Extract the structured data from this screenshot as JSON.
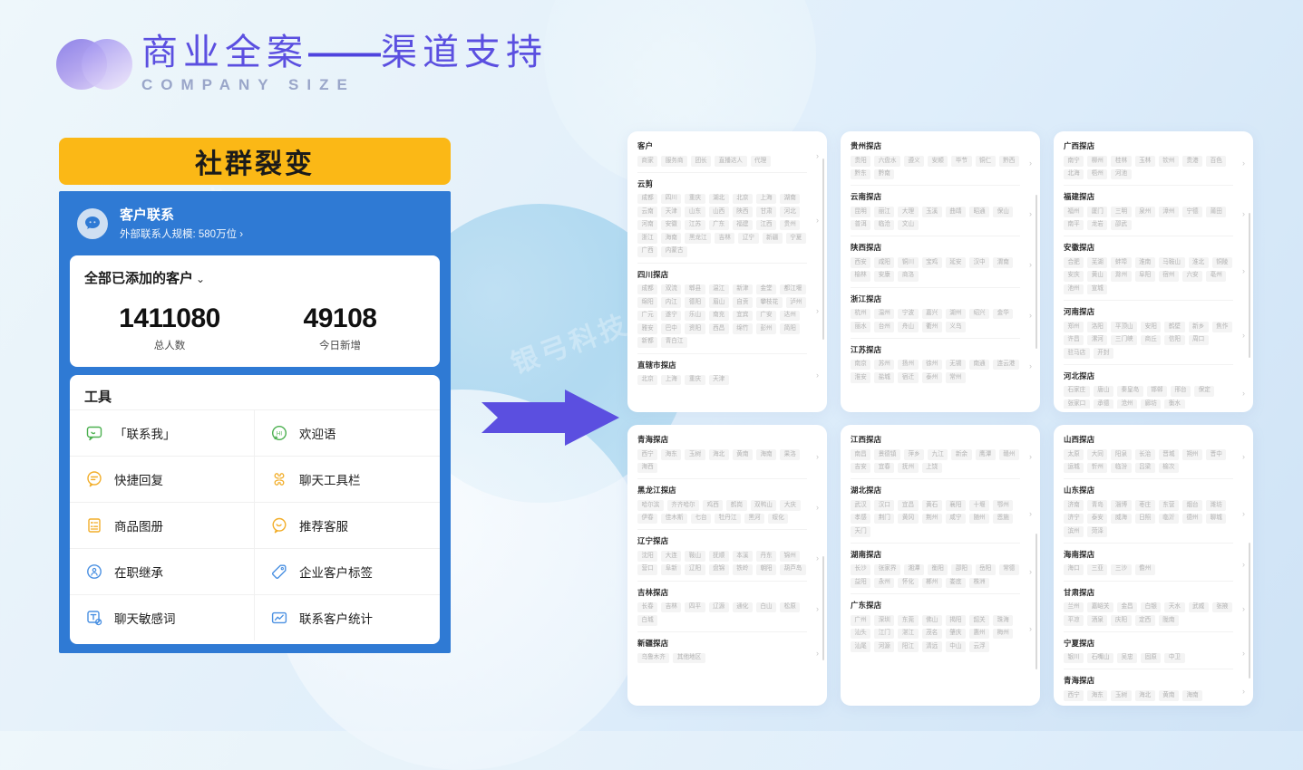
{
  "header": {
    "title_cn_left": "商业全案",
    "title_dash": "——",
    "title_cn_right": "渠道支持",
    "title_en": "COMPANY SIZE",
    "logo_name": "overlapping-circles-logo"
  },
  "phone": {
    "banner_label": "社群裂变",
    "app": {
      "icon": "chat-bubble-icon",
      "title": "客户联系",
      "subtitle": "外部联系人规模: 580万位 ›"
    },
    "customer_card": {
      "title": "全部已添加的客户",
      "chevron": "⌄",
      "stats": [
        {
          "value": "1411080",
          "label": "总人数"
        },
        {
          "value": "49108",
          "label": "今日新增"
        }
      ]
    },
    "tools": {
      "title": "工具",
      "items": [
        {
          "label": "「联系我」",
          "icon": "contact-me-icon",
          "color": "#4cb050"
        },
        {
          "label": "欢迎语",
          "icon": "welcome-hi-icon",
          "color": "#4cb050"
        },
        {
          "label": "快捷回复",
          "icon": "quick-reply-icon",
          "color": "#f2ae2a"
        },
        {
          "label": "聊天工具栏",
          "icon": "chat-toolbar-icon",
          "color": "#f2ae2a"
        },
        {
          "label": "商品图册",
          "icon": "product-album-icon",
          "color": "#f2ae2a"
        },
        {
          "label": "推荐客服",
          "icon": "recommend-service-icon",
          "color": "#f2ae2a"
        },
        {
          "label": "在职继承",
          "icon": "on-job-inherit-icon",
          "color": "#4a90e2"
        },
        {
          "label": "企业客户标签",
          "icon": "customer-tag-icon",
          "color": "#4a90e2"
        },
        {
          "label": "聊天敏感词",
          "icon": "sensitive-word-icon",
          "color": "#4a90e2"
        },
        {
          "label": "联系客户统计",
          "icon": "contact-stats-icon",
          "color": "#4a90e2"
        }
      ]
    }
  },
  "arrow": {
    "name": "right-arrow",
    "color": "#5b4fe0"
  },
  "watermark": "银弓科技",
  "cards": [
    {
      "name": "card-customer-yunjian-sichuan",
      "sections": [
        {
          "title": "客户",
          "chips": [
            "商家",
            "服务商",
            "团长",
            "直播达人",
            "代理"
          ]
        },
        {
          "title": "云剪",
          "chips": [
            "成都",
            "四川",
            "重庆",
            "湖北",
            "北京",
            "上海",
            "湖南",
            "云南",
            "天津",
            "山东",
            "山西",
            "陕西",
            "甘肃",
            "河北",
            "河南",
            "安徽",
            "江苏",
            "广东",
            "福建",
            "江西",
            "贵州",
            "浙江",
            "海南",
            "黑龙江",
            "吉林",
            "辽宁",
            "新疆",
            "宁夏",
            "广西",
            "内蒙古"
          ]
        },
        {
          "title": "四川探店",
          "chips": [
            "成都",
            "双流",
            "郫县",
            "温江",
            "新津",
            "金堂",
            "都江堰",
            "绵阳",
            "内江",
            "德阳",
            "眉山",
            "自贡",
            "攀枝花",
            "泸州",
            "广元",
            "遂宁",
            "乐山",
            "南充",
            "宜宾",
            "广安",
            "达州",
            "雅安",
            "巴中",
            "资阳",
            "西昌",
            "绵竹",
            "彭州",
            "简阳",
            "新都",
            "青白江"
          ]
        },
        {
          "title": "直辖市探店",
          "chips": [
            "北京",
            "上海",
            "重庆",
            "天津"
          ]
        }
      ]
    },
    {
      "name": "card-guizhou-yunnan-shaanxi",
      "sections": [
        {
          "title": "贵州探店",
          "chips": [
            "贵阳",
            "六盘水",
            "遵义",
            "安顺",
            "毕节",
            "铜仁",
            "黔西",
            "黔东",
            "黔南"
          ]
        },
        {
          "title": "云南探店",
          "chips": [
            "昆明",
            "丽江",
            "大理",
            "玉溪",
            "曲靖",
            "昭通",
            "保山",
            "普洱",
            "临沧",
            "文山"
          ]
        },
        {
          "title": "陕西探店",
          "chips": [
            "西安",
            "咸阳",
            "铜川",
            "宝鸡",
            "延安",
            "汉中",
            "渭南",
            "榆林",
            "安康",
            "商洛"
          ]
        },
        {
          "title": "浙江探店",
          "chips": [
            "杭州",
            "温州",
            "宁波",
            "嘉兴",
            "湖州",
            "绍兴",
            "金华",
            "丽水",
            "台州",
            "舟山",
            "衢州",
            "义乌"
          ]
        },
        {
          "title": "江苏探店",
          "chips": [
            "南京",
            "苏州",
            "扬州",
            "徐州",
            "无锡",
            "南通",
            "连云港",
            "淮安",
            "盐城",
            "宿迁",
            "泰州",
            "常州"
          ]
        }
      ]
    },
    {
      "name": "card-guangxi-fujian-anhui-henan-hebei",
      "sections": [
        {
          "title": "广西探店",
          "chips": [
            "南宁",
            "柳州",
            "桂林",
            "玉林",
            "钦州",
            "贵港",
            "百色",
            "北海",
            "梧州",
            "河池"
          ]
        },
        {
          "title": "福建探店",
          "chips": [
            "福州",
            "厦门",
            "三明",
            "泉州",
            "漳州",
            "宁德",
            "莆田",
            "南平",
            "龙岩",
            "邵武"
          ]
        },
        {
          "title": "安徽探店",
          "chips": [
            "合肥",
            "芜湖",
            "蚌埠",
            "淮南",
            "马鞍山",
            "淮北",
            "铜陵",
            "安庆",
            "黄山",
            "滁州",
            "阜阳",
            "宿州",
            "六安",
            "亳州",
            "池州",
            "宣城"
          ]
        },
        {
          "title": "河南探店",
          "chips": [
            "郑州",
            "洛阳",
            "平顶山",
            "安阳",
            "鹤壁",
            "新乡",
            "焦作",
            "许昌",
            "漯河",
            "三门峡",
            "商丘",
            "信阳",
            "周口",
            "驻马店",
            "开封"
          ]
        },
        {
          "title": "河北探店",
          "chips": [
            "石家庄",
            "唐山",
            "秦皇岛",
            "邯郸",
            "邢台",
            "保定",
            "张家口",
            "承德",
            "沧州",
            "廊坊",
            "衡水"
          ]
        }
      ]
    },
    {
      "name": "card-qinghai-heilongjiang-liaoning-jilin-xinjiang",
      "sections": [
        {
          "title": "青海探店",
          "chips": [
            "西宁",
            "海东",
            "玉树",
            "海北",
            "黄南",
            "海南",
            "果洛",
            "海西"
          ]
        },
        {
          "title": "黑龙江探店",
          "chips": [
            "哈尔滨",
            "齐齐哈尔",
            "鸡西",
            "鹤岗",
            "双鸭山",
            "大庆",
            "伊春",
            "佳木斯",
            "七台",
            "牡丹江",
            "黑河",
            "绥化"
          ]
        },
        {
          "title": "辽宁探店",
          "chips": [
            "沈阳",
            "大连",
            "鞍山",
            "抚顺",
            "本溪",
            "丹东",
            "锦州",
            "营口",
            "阜新",
            "辽阳",
            "盘锦",
            "铁岭",
            "朝阳",
            "葫芦岛"
          ]
        },
        {
          "title": "吉林探店",
          "chips": [
            "长春",
            "吉林",
            "四平",
            "辽源",
            "通化",
            "白山",
            "松原",
            "白城"
          ]
        },
        {
          "title": "新疆探店",
          "chips": [
            "乌鲁木齐",
            "其他地区"
          ]
        }
      ]
    },
    {
      "name": "card-jiangxi-hubei-hunan-guangdong",
      "sections": [
        {
          "title": "江西探店",
          "chips": [
            "南昌",
            "景德镇",
            "萍乡",
            "九江",
            "新余",
            "鹰潭",
            "赣州",
            "吉安",
            "宜春",
            "抚州",
            "上饶"
          ]
        },
        {
          "title": "湖北探店",
          "chips": [
            "武汉",
            "汉口",
            "宜昌",
            "黄石",
            "襄阳",
            "十堰",
            "鄂州",
            "孝感",
            "荆门",
            "黄冈",
            "荆州",
            "咸宁",
            "随州",
            "恩施",
            "天门"
          ]
        },
        {
          "title": "湖南探店",
          "chips": [
            "长沙",
            "张家界",
            "湘潭",
            "衡阳",
            "邵阳",
            "岳阳",
            "常德",
            "益阳",
            "永州",
            "怀化",
            "郴州",
            "娄底",
            "株洲"
          ]
        },
        {
          "title": "广东探店",
          "chips": [
            "广州",
            "深圳",
            "东莞",
            "佛山",
            "揭阳",
            "韶关",
            "珠海",
            "汕头",
            "江门",
            "湛江",
            "茂名",
            "肇庆",
            "惠州",
            "梅州",
            "汕尾",
            "河源",
            "阳江",
            "清远",
            "中山",
            "云浮"
          ]
        }
      ]
    },
    {
      "name": "card-shanxi-shandong-hainan-gansu-ningxia-qinghai",
      "sections": [
        {
          "title": "山西探店",
          "chips": [
            "太原",
            "大同",
            "阳泉",
            "长治",
            "晋城",
            "朔州",
            "晋中",
            "运城",
            "忻州",
            "临汾",
            "吕梁",
            "榆次"
          ]
        },
        {
          "title": "山东探店",
          "chips": [
            "济南",
            "青岛",
            "淄博",
            "枣庄",
            "东营",
            "烟台",
            "潍坊",
            "济宁",
            "泰安",
            "威海",
            "日照",
            "临沂",
            "德州",
            "聊城",
            "滨州",
            "菏泽"
          ]
        },
        {
          "title": "海南探店",
          "chips": [
            "海口",
            "三亚",
            "三沙",
            "儋州"
          ]
        },
        {
          "title": "甘肃探店",
          "chips": [
            "兰州",
            "嘉峪关",
            "金昌",
            "白银",
            "天水",
            "武威",
            "张掖",
            "平凉",
            "酒泉",
            "庆阳",
            "定西",
            "陇南"
          ]
        },
        {
          "title": "宁夏探店",
          "chips": [
            "银川",
            "石嘴山",
            "吴忠",
            "固原",
            "中卫"
          ]
        },
        {
          "title": "青海探店",
          "chips": [
            "西宁",
            "海东",
            "玉树",
            "海北",
            "黄南",
            "海南"
          ]
        }
      ]
    }
  ]
}
